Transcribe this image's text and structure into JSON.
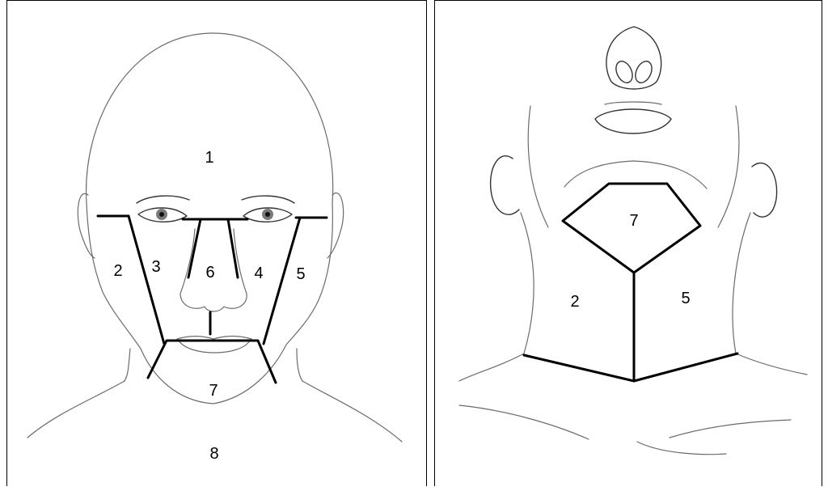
{
  "panels": [
    {
      "id": "front-face",
      "regions": [
        {
          "label": "1"
        },
        {
          "label": "2"
        },
        {
          "label": "3"
        },
        {
          "label": "6"
        },
        {
          "label": "4"
        },
        {
          "label": "5"
        },
        {
          "label": "7"
        },
        {
          "label": "8"
        }
      ]
    },
    {
      "id": "neck-underside",
      "regions": [
        {
          "label": "7"
        },
        {
          "label": "2"
        },
        {
          "label": "5"
        }
      ]
    }
  ],
  "colors": {
    "region_lines": "#000000",
    "sketch_lines": "#6b6b6b",
    "panel_border": "#000000",
    "background": "#ffffff"
  }
}
